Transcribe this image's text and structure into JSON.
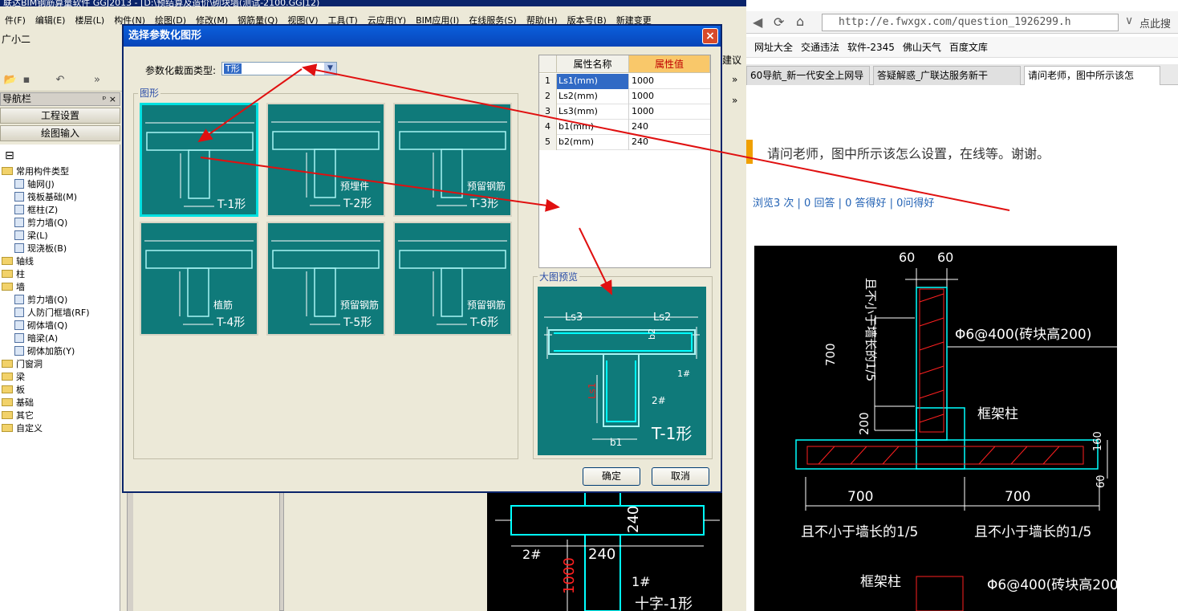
{
  "app": {
    "title": "联达BIM钢筋算量软件 GGJ2013 - [D:\\预结算及造价\\砌块墙(测试-2100.GGJ12)",
    "menus": [
      "件(F)",
      "编辑(E)",
      "楼层(L)",
      "构件(N)",
      "绘图(D)",
      "修改(M)",
      "钢筋量(Q)",
      "视图(V)",
      "工具(T)",
      "云应用(Y)",
      "BIM应用(I)",
      "在线服务(S)",
      "帮助(H)",
      "版本号(B)",
      "新建变更"
    ],
    "user_label": "广小二",
    "nav_title": "导航栏",
    "nav_pin": "ᵖ ×",
    "nav_buttons": [
      "工程设置",
      "绘图输入"
    ],
    "right_cut_label": "建议",
    "tree": [
      {
        "label": "常用构件类型",
        "level": 0,
        "kind": "folder"
      },
      {
        "label": "轴网(J)",
        "level": 1,
        "kind": "leaf"
      },
      {
        "label": "筏板基础(M)",
        "level": 1,
        "kind": "leaf"
      },
      {
        "label": "框柱(Z)",
        "level": 1,
        "kind": "leaf"
      },
      {
        "label": "剪力墙(Q)",
        "level": 1,
        "kind": "leaf"
      },
      {
        "label": "梁(L)",
        "level": 1,
        "kind": "leaf"
      },
      {
        "label": "现浇板(B)",
        "level": 1,
        "kind": "leaf"
      },
      {
        "label": "轴线",
        "level": 0,
        "kind": "folder"
      },
      {
        "label": "柱",
        "level": 0,
        "kind": "folder"
      },
      {
        "label": "墙",
        "level": 0,
        "kind": "folder"
      },
      {
        "label": "剪力墙(Q)",
        "level": 1,
        "kind": "leaf"
      },
      {
        "label": "人防门框墙(RF)",
        "level": 1,
        "kind": "leaf"
      },
      {
        "label": "砌体墙(Q)",
        "level": 1,
        "kind": "leaf"
      },
      {
        "label": "暗梁(A)",
        "level": 1,
        "kind": "leaf"
      },
      {
        "label": "砌体加筋(Y)",
        "level": 1,
        "kind": "leaf"
      },
      {
        "label": "门窗洞",
        "level": 0,
        "kind": "folder"
      },
      {
        "label": "梁",
        "level": 0,
        "kind": "folder"
      },
      {
        "label": "板",
        "level": 0,
        "kind": "folder"
      },
      {
        "label": "基础",
        "level": 0,
        "kind": "folder"
      },
      {
        "label": "其它",
        "level": 0,
        "kind": "folder"
      },
      {
        "label": "自定义",
        "level": 0,
        "kind": "folder"
      }
    ]
  },
  "dialog": {
    "title": "选择参数化图形",
    "close": "×",
    "type_label": "参数化截面类型:",
    "type_value": "T形",
    "shapes_legend": "图形",
    "shapes": [
      {
        "name": "T-1形",
        "note": ""
      },
      {
        "name": "T-2形",
        "note": "预埋件"
      },
      {
        "name": "T-3形",
        "note": "预留钢筋"
      },
      {
        "name": "T-4形",
        "note": "植筋"
      },
      {
        "name": "T-5形",
        "note": "预留钢筋"
      },
      {
        "name": "T-6形",
        "note": "预留钢筋"
      }
    ],
    "selected_shape": "T-1形",
    "prop_headers": [
      "属性名称",
      "属性值"
    ],
    "props": [
      {
        "no": "1",
        "name": "Ls1(mm)",
        "value": "1000"
      },
      {
        "no": "2",
        "name": "Ls2(mm)",
        "value": "1000"
      },
      {
        "no": "3",
        "name": "Ls3(mm)",
        "value": "1000"
      },
      {
        "no": "4",
        "name": "b1(mm)",
        "value": "240"
      },
      {
        "no": "5",
        "name": "b2(mm)",
        "value": "240"
      }
    ],
    "preview_legend": "大图预览",
    "preview_labels": {
      "ls3": "Ls3",
      "ls2": "Ls2",
      "ls1": "Ls1",
      "b1": "b1",
      "b2": "b2",
      "bar1": "1#",
      "bar2": "2#",
      "name": "T-1形"
    },
    "ok": "确定",
    "cancel": "取消"
  },
  "browser": {
    "address": "http://e.fwxgx.com/question_1926299.h",
    "search_hint": "点此搜",
    "bookmarks": [
      "网址大全",
      "交通违法",
      "软件-2345",
      "佛山天气",
      "百度文库"
    ],
    "tabs": [
      "60导航_新一代安全上网导",
      "答疑解惑_广联达服务新干",
      "请问老师，图中所示该怎"
    ],
    "question": "请问老师，图中所示该怎么设置，在线等。谢谢。",
    "stats": "浏览3 次 | 0 回答 | 0 答得好 | 0问得好",
    "colors": {
      "accent": "#2463b5",
      "arrow": "#e01010",
      "cad_bg": "#000000",
      "thumb_bg": "#0f7a7a"
    }
  },
  "cad_right": {
    "dim_60a": "60",
    "dim_60b": "60",
    "note_top": "且不小于墙长的1/5",
    "dim_700v": "700",
    "dim_200": "200",
    "rebar_note": "Φ6@400(砖块高200)",
    "frame_column": "框架柱",
    "dim_160": "160",
    "dim_60c": "60",
    "dim_700a": "700",
    "dim_700b": "700",
    "note_left": "且不小于墙长的1/5",
    "note_right": "且不小于墙长的1/5",
    "frame_column2": "框架柱",
    "rebar_note2": "Φ6@400(砖块高200)"
  },
  "cad_bottom": {
    "dim_240a": "240",
    "dim_240b": "240",
    "dim_1000": "1000",
    "bar2": "2#",
    "bar1": "1#",
    "name": "十字-1形"
  }
}
